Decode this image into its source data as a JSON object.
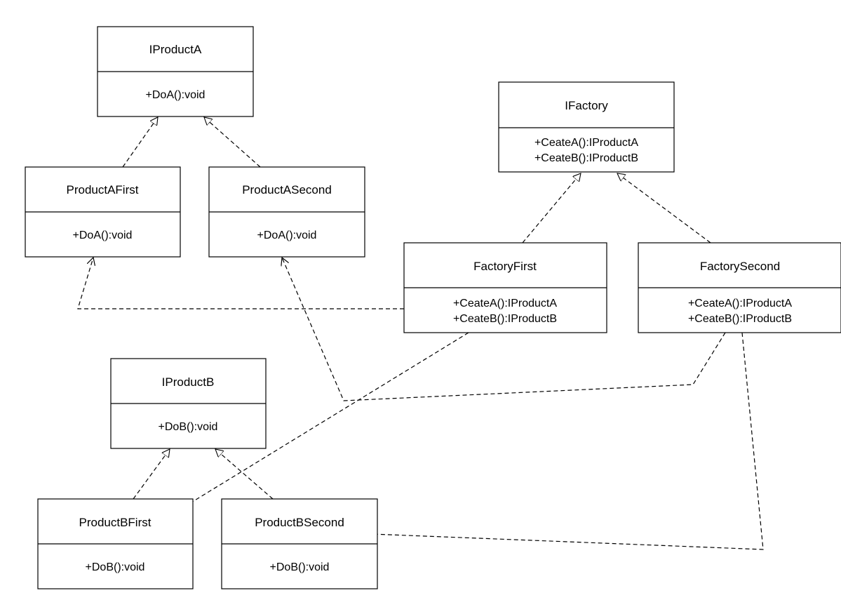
{
  "classes": {
    "iproducta": {
      "name": "IProductA",
      "ops": [
        "+DoA():void"
      ]
    },
    "productafirst": {
      "name": "ProductAFirst",
      "ops": [
        "+DoA():void"
      ]
    },
    "productasecond": {
      "name": "ProductASecond",
      "ops": [
        "+DoA():void"
      ]
    },
    "ifactory": {
      "name": "IFactory",
      "ops": [
        "+CeateA():IProductA",
        "+CeateB():IProductB"
      ]
    },
    "factoryfirst": {
      "name": "FactoryFirst",
      "ops": [
        "+CeateA():IProductA",
        "+CeateB():IProductB"
      ]
    },
    "factorysecond": {
      "name": "FactorySecond",
      "ops": [
        "+CeateA():IProductA",
        "+CeateB():IProductB"
      ]
    },
    "iproductb": {
      "name": "IProductB",
      "ops": [
        "+DoB():void"
      ]
    },
    "productbfirst": {
      "name": "ProductBFirst",
      "ops": [
        "+DoB():void"
      ]
    },
    "productbsecond": {
      "name": "ProductBSecond",
      "ops": [
        "+DoB():void"
      ]
    }
  },
  "relations": [
    {
      "from": "productafirst",
      "to": "iproducta",
      "kind": "realization"
    },
    {
      "from": "productasecond",
      "to": "iproducta",
      "kind": "realization"
    },
    {
      "from": "factoryfirst",
      "to": "ifactory",
      "kind": "realization"
    },
    {
      "from": "factorysecond",
      "to": "ifactory",
      "kind": "realization"
    },
    {
      "from": "productbfirst",
      "to": "iproductb",
      "kind": "realization"
    },
    {
      "from": "productbsecond",
      "to": "iproductb",
      "kind": "realization"
    },
    {
      "from": "factoryfirst",
      "to": "productafirst",
      "kind": "dependency"
    },
    {
      "from": "factoryfirst",
      "to": "productbfirst",
      "kind": "dependency"
    },
    {
      "from": "factorysecond",
      "to": "productasecond",
      "kind": "dependency"
    },
    {
      "from": "factorysecond",
      "to": "productbsecond",
      "kind": "dependency"
    }
  ],
  "colors": {
    "line": "#000000",
    "fill": "#ffffff"
  }
}
